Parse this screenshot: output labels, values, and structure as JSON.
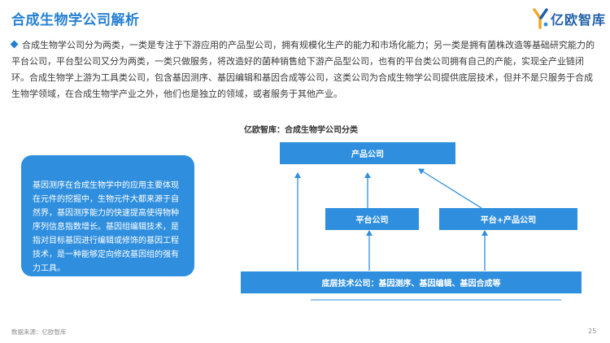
{
  "header": {
    "title": "合成生物学公司解析",
    "logo_text": "亿欧智库"
  },
  "intro": {
    "text": "合成生物学公司分为两类，一类是专注于下游应用的产品型公司，拥有规模化生产的能力和市场化能力；另一类是拥有菌株改造等基础研究能力的平台公司，平台型公司又分为两类，一类只做服务，将改造好的菌种销售给下游产品型公司，也有的平台类公司拥有自己的产能，实现全产业链闭环。合成生物学上游为工具类公司，包含基因测序、基因编辑和基因合成等公司，这类公司为合成生物学公司提供底层技术，但并不是只服务于合成生物学领域，在合成生物学产业之外，他们也是独立的领域，或者服务于其他产业。"
  },
  "callout": {
    "text": "基因测序在合成生物学中的应用主要体现在元件的挖掘中，生物元件大都来源于自然界，基因测序能力的快速提高使得物种序列信息指数增长。基因组编辑技术，是指对目标基因进行编辑或修饰的基因工程技术，是一种能够定向修改基因组的强有力工具。"
  },
  "diagram": {
    "title": "亿欧智库：合成生物学公司分类",
    "nodes": {
      "product": "产品公司",
      "platform": "平台公司",
      "platform_product": "平台+产品公司",
      "base": "底层技术公司：基因测序、基因编辑、基因合成等"
    }
  },
  "footer": {
    "source": "数据来源：亿欧智库",
    "page": "25"
  },
  "colors": {
    "accent": "#2680d2",
    "box": "#2f8fde",
    "arrow": "#2f8fde"
  }
}
